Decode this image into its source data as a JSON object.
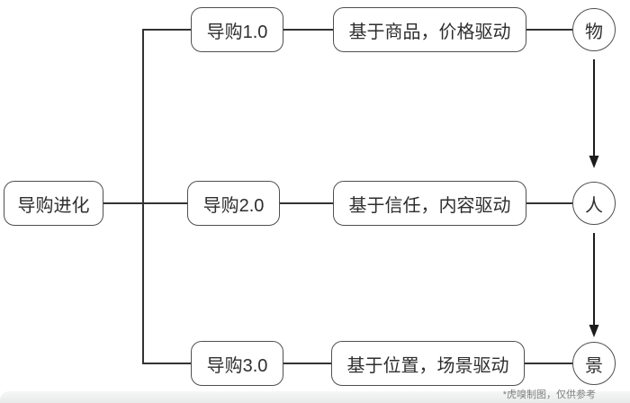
{
  "diagram": {
    "root_label": "导购进化",
    "branches": [
      {
        "stage": "导购1.0",
        "description": "基于商品，价格驱动",
        "node": "物"
      },
      {
        "stage": "导购2.0",
        "description": "基于信任，内容驱动",
        "node": "人"
      },
      {
        "stage": "导购3.0",
        "description": "基于位置，场景驱动",
        "node": "景"
      }
    ],
    "node_flow": [
      "物",
      "人",
      "景"
    ],
    "footnote": "*虎嗅制图，仅供参考",
    "colors": {
      "connector_line": "#333333",
      "arrow": "#1c1c1c",
      "box_border": "#4f4f4f",
      "box_text": "#2e2e2e",
      "footnote_text": "#7f7f7f",
      "background": "#ffffff",
      "bottom_band": "#e9ebeb"
    }
  }
}
